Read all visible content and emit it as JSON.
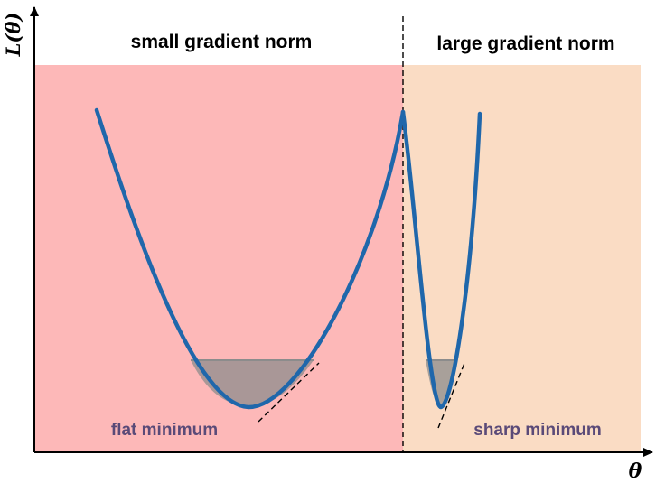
{
  "axes": {
    "y_label": "L(θ)",
    "x_label": "θ"
  },
  "regions": {
    "left": {
      "title": "small gradient norm",
      "color": "#fdb8b8"
    },
    "right": {
      "title": "large gradient norm",
      "color": "#fadcc4"
    }
  },
  "minima": {
    "flat": {
      "label": "flat minimum"
    },
    "sharp": {
      "label": "sharp minimum"
    }
  },
  "colors": {
    "curve": "#1f67ab",
    "basin_fill": "#8c8c8c",
    "min_label": "#5a4a78",
    "divider": "#000000"
  }
}
